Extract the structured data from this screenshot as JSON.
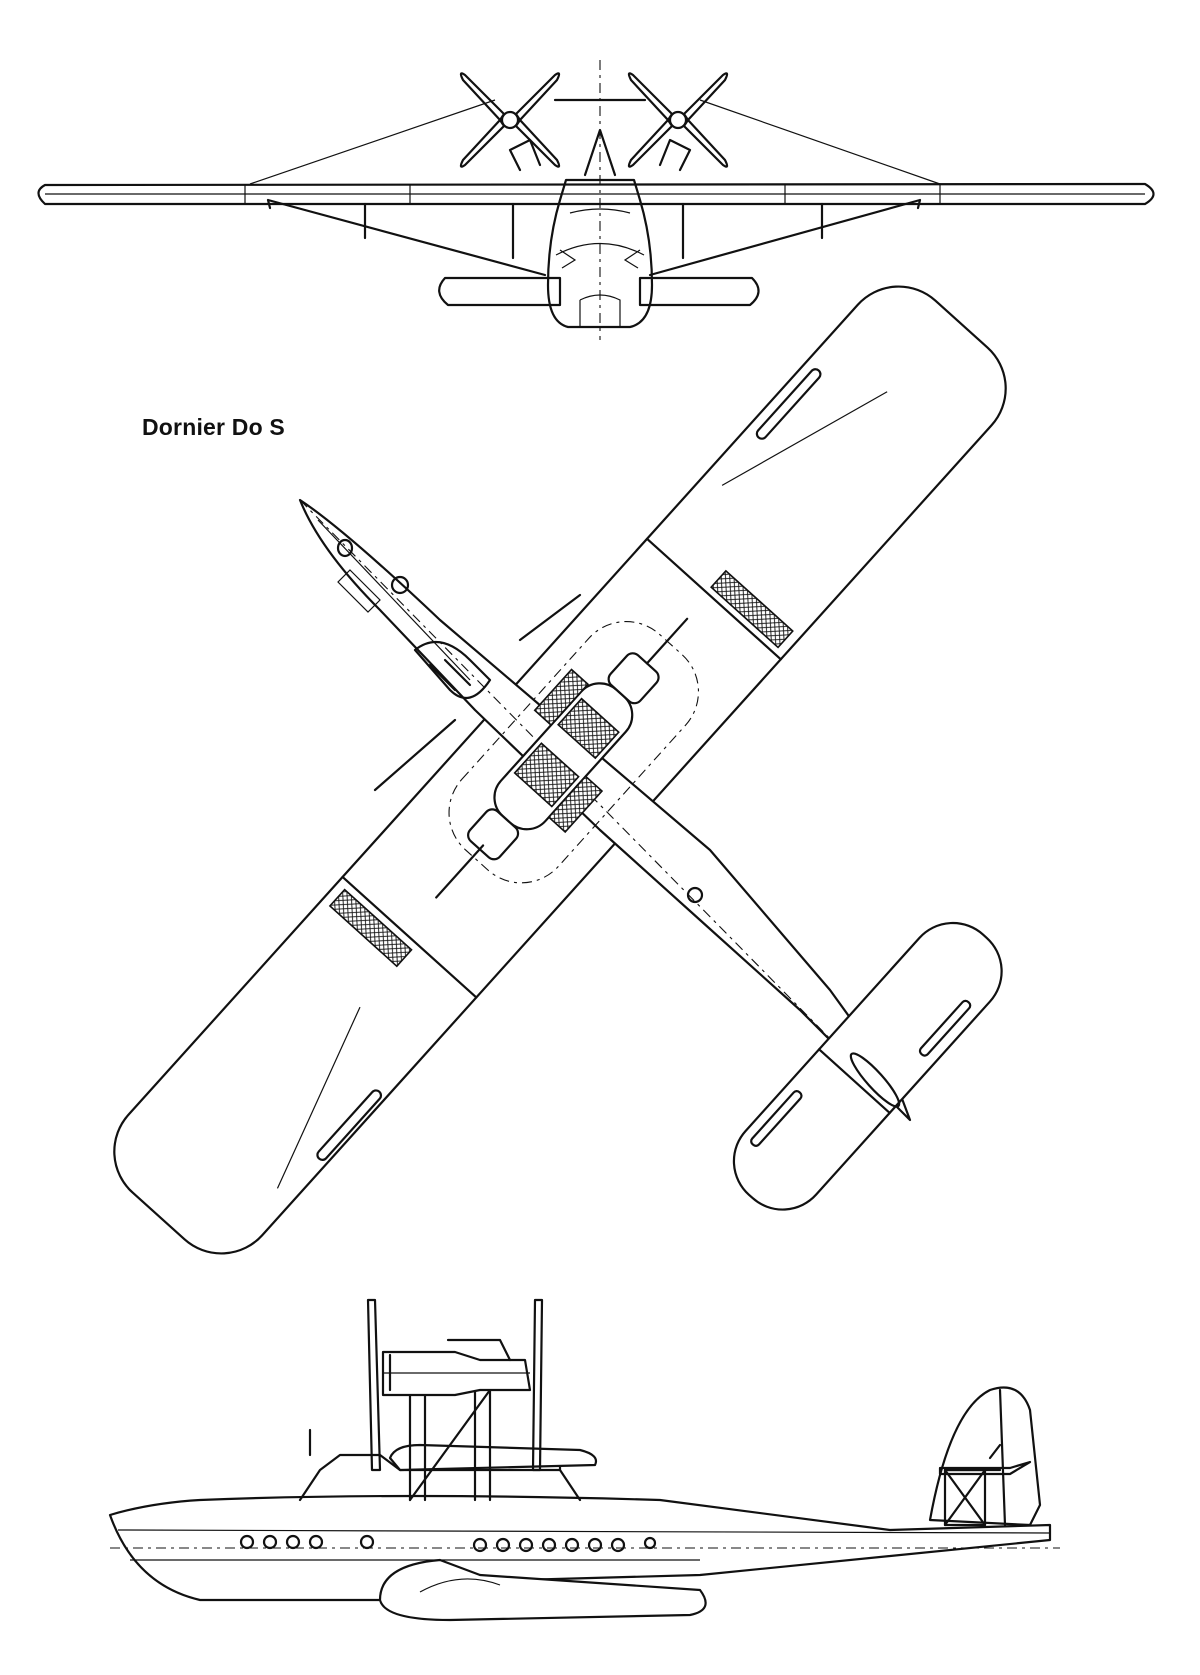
{
  "title": "Dornier Do S",
  "views": [
    "front-view",
    "plan-view",
    "side-view"
  ],
  "colors": {
    "line": "#111111",
    "background": "#ffffff"
  }
}
